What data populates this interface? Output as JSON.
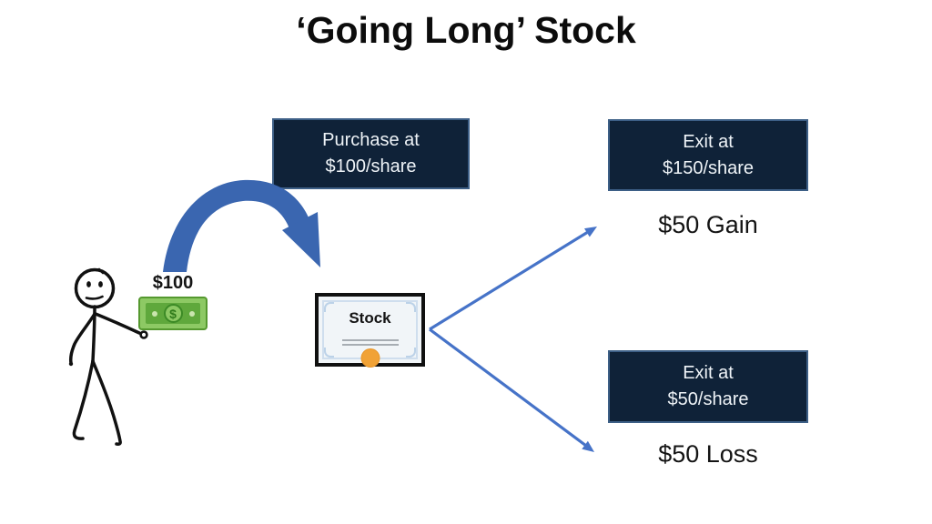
{
  "title": "‘Going Long’ Stock",
  "purchase_box": {
    "line1": "Purchase at",
    "line2": "$100/share"
  },
  "exit_gain_box": {
    "line1": "Exit at",
    "line2": "$150/share"
  },
  "exit_loss_box": {
    "line1": "Exit at",
    "line2": "$50/share"
  },
  "gain_label": "$50 Gain",
  "loss_label": "$50 Loss",
  "money_label": "$100",
  "certificate_label": "Stock",
  "icons": {
    "person": "stick-figure-icon",
    "money": "dollar-bill-icon",
    "dollar_glyph": "$",
    "certificate": "stock-certificate-icon",
    "curved_arrow": "curved-arrow-icon",
    "gain_arrow": "arrow-up-right-icon",
    "loss_arrow": "arrow-down-right-icon"
  },
  "colors": {
    "background": "#ffffff",
    "box_fill": "#0f2238",
    "box_border": "#3d5f86",
    "box_text": "#eef3f7",
    "title_text": "#0c0c0c",
    "curved_arrow_blue": "#3a66b0",
    "straight_arrow_blue": "#4673c8",
    "bill_light_green": "#8dc964",
    "bill_dark_green": "#5fa83c",
    "bill_border_green": "#55992f",
    "seal_orange": "#f1a236",
    "certificate_bg": "#f1f5f8",
    "certificate_frame": "#cfdeee"
  }
}
